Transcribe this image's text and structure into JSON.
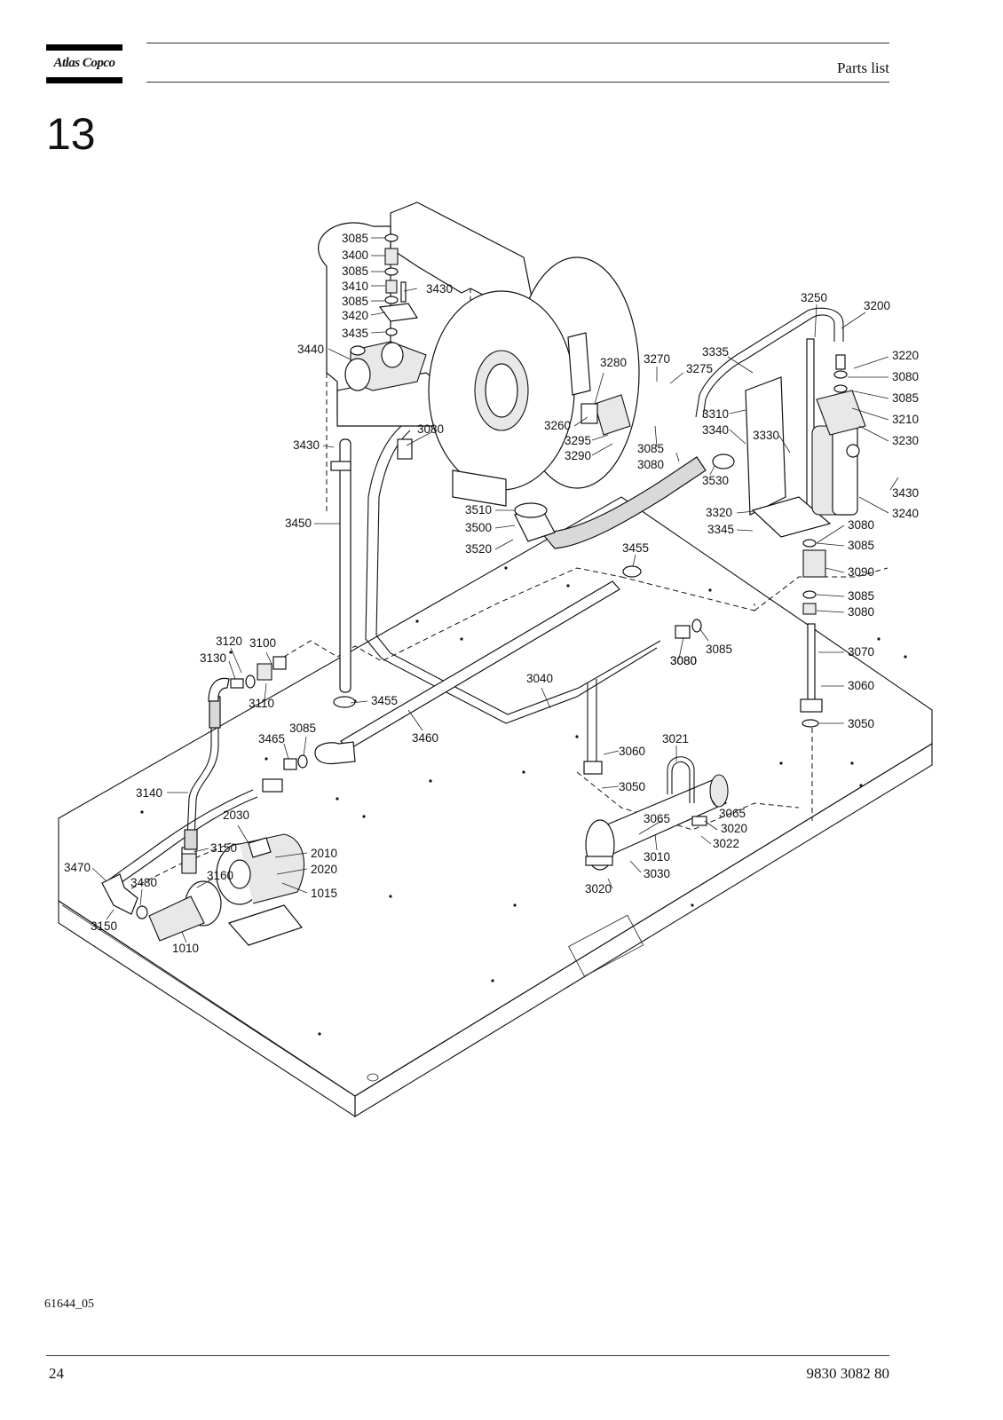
{
  "header": {
    "brand": "Atlas Copco",
    "title": "Parts list"
  },
  "chapter_number": "13",
  "figure_id": "61644_05",
  "footer": {
    "page_number": "24",
    "document_number": "9830 3082 80"
  },
  "callouts": [
    "3085",
    "3400",
    "3085",
    "3410",
    "3430",
    "3085",
    "3420",
    "3435",
    "3440",
    "3280",
    "3270",
    "3275",
    "3260",
    "3295",
    "3290",
    "3085",
    "3080",
    "3080",
    "3530",
    "3510",
    "3500",
    "3520",
    "3430",
    "3450",
    "3080",
    "3250",
    "3200",
    "3335",
    "3220",
    "3080",
    "3085",
    "3210",
    "3230",
    "3310",
    "3340",
    "3330",
    "3430",
    "3240",
    "3320",
    "3345",
    "3080",
    "3085",
    "3090",
    "3085",
    "3080",
    "3455",
    "3080",
    "3085",
    "3070",
    "3060",
    "3050",
    "3120",
    "3100",
    "3130",
    "3110",
    "3455",
    "3465",
    "3085",
    "3460",
    "3040",
    "3140",
    "2030",
    "3150",
    "2010",
    "2020",
    "3470",
    "3480",
    "3160",
    "1015",
    "3150",
    "1010",
    "3060",
    "3050",
    "3021",
    "3065",
    "3065",
    "3020",
    "3022",
    "3010",
    "3030",
    "3020"
  ]
}
